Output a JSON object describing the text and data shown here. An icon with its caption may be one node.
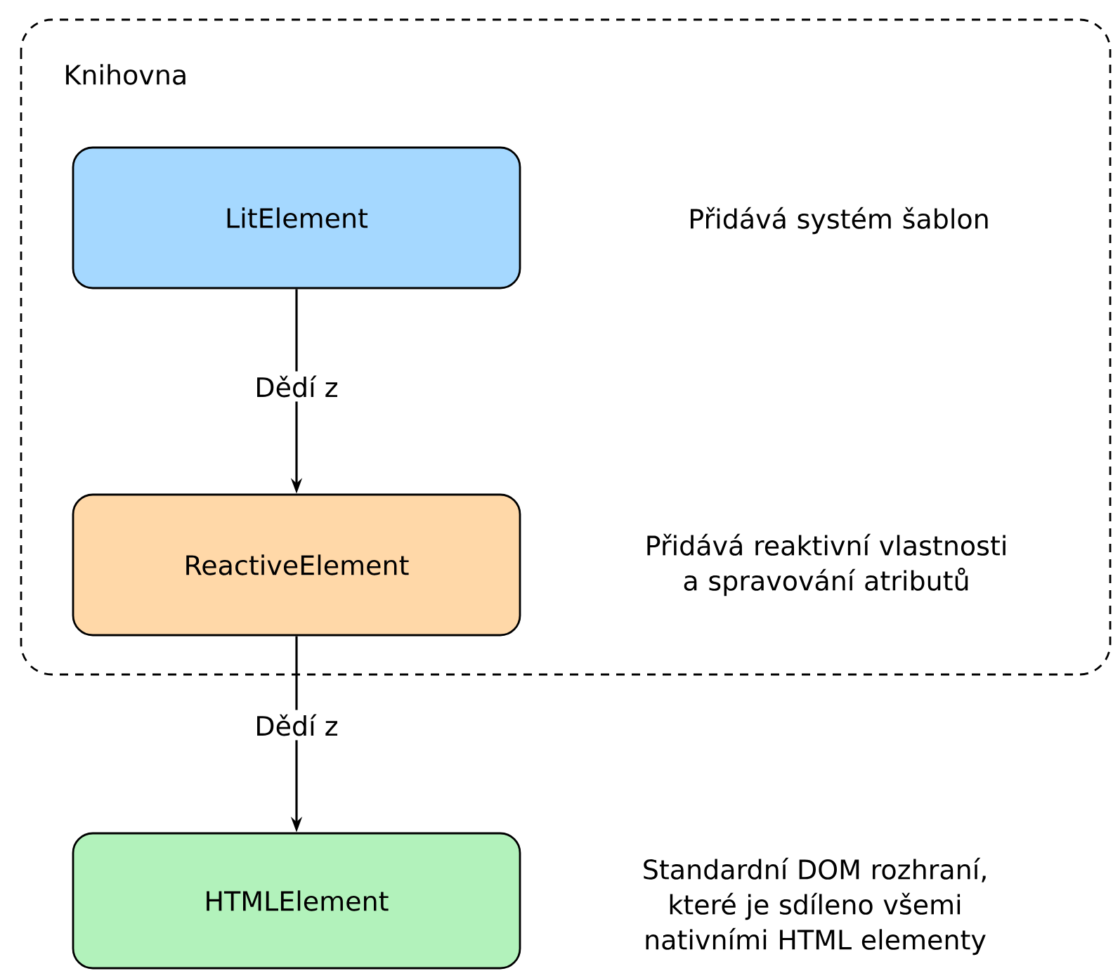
{
  "diagram": {
    "nodes": [
      {
        "text": [
          "Knihovna"
        ]
      },
      {
        "text": [
          "LitElement"
        ],
        "in": 0
      },
      {
        "text": [
          "ReactiveElement"
        ],
        "in": 0
      },
      {
        "text": [
          "HTMLElement"
        ]
      }
    ],
    "edges": [
      {
        "from": 1,
        "to": 2,
        "arrow": "to",
        "label": "Dědí z"
      },
      {
        "from": 2,
        "to": 3,
        "arrow": "to",
        "label": "Dědí z"
      }
    ],
    "labels": [
      "Přidává systém šablon",
      "Přidává reaktivní vlastnosti a spravování atributů",
      "Standardní DOM rozhraní, které je sdíleno všemi nativními HTML elementy"
    ]
  }
}
